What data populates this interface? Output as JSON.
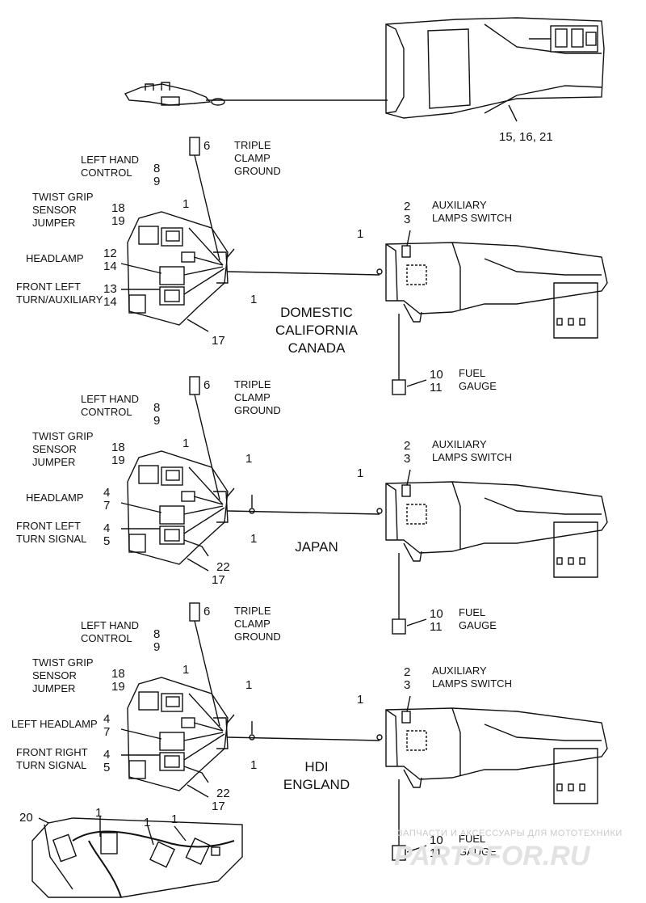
{
  "top": {
    "part_numbers": "15, 16, 21"
  },
  "sections": [
    {
      "region": [
        "DOMESTIC",
        "CALIFORNIA",
        "CANADA"
      ],
      "triple_clamp": {
        "num": "6",
        "label": [
          "TRIPLE",
          "CLAMP",
          "GROUND"
        ]
      },
      "left_hand_control": {
        "label": [
          "LEFT HAND",
          "CONTROL"
        ],
        "nums": [
          "8",
          "9"
        ]
      },
      "twist_grip": {
        "label": [
          "TWIST GRIP",
          "SENSOR",
          "JUMPER"
        ],
        "nums": [
          "18",
          "19"
        ]
      },
      "headlamp": {
        "label": [
          "HEADLAMP"
        ],
        "nums": [
          "12",
          "14"
        ]
      },
      "turn": {
        "label": [
          "FRONT LEFT",
          "TURN/AUXILIARY"
        ],
        "nums": [
          "13",
          "14"
        ]
      },
      "aux_switch": {
        "nums": [
          "2",
          "3"
        ],
        "label": [
          "AUXILIARY",
          "LAMPS SWITCH"
        ]
      },
      "fuel_gauge": {
        "nums": [
          "10",
          "11"
        ],
        "label": [
          "FUEL",
          "GAUGE"
        ]
      },
      "callouts": {
        "c1a": "1",
        "c1b": "1",
        "c1c": "1",
        "c17": "17"
      }
    },
    {
      "region": [
        "JAPAN"
      ],
      "triple_clamp": {
        "num": "6",
        "label": [
          "TRIPLE",
          "CLAMP",
          "GROUND"
        ]
      },
      "left_hand_control": {
        "label": [
          "LEFT HAND",
          "CONTROL"
        ],
        "nums": [
          "8",
          "9"
        ]
      },
      "twist_grip": {
        "label": [
          "TWIST GRIP",
          "SENSOR",
          "JUMPER"
        ],
        "nums": [
          "18",
          "19"
        ]
      },
      "headlamp": {
        "label": [
          "HEADLAMP"
        ],
        "nums": [
          "4",
          "7"
        ]
      },
      "turn": {
        "label": [
          "FRONT LEFT",
          "TURN SIGNAL"
        ],
        "nums": [
          "4",
          "5"
        ]
      },
      "aux_switch": {
        "nums": [
          "2",
          "3"
        ],
        "label": [
          "AUXILIARY",
          "LAMPS SWITCH"
        ]
      },
      "fuel_gauge": {
        "nums": [
          "10",
          "11"
        ],
        "label": [
          "FUEL",
          "GAUGE"
        ]
      },
      "callouts": {
        "c1a": "1",
        "c1b": "1",
        "c1c": "1",
        "c1d": "1",
        "c17": "17",
        "c22": "22"
      }
    },
    {
      "region": [
        "HDI",
        "ENGLAND"
      ],
      "triple_clamp": {
        "num": "6",
        "label": [
          "TRIPLE",
          "CLAMP",
          "GROUND"
        ]
      },
      "left_hand_control": {
        "label": [
          "LEFT HAND",
          "CONTROL"
        ],
        "nums": [
          "8",
          "9"
        ]
      },
      "twist_grip": {
        "label": [
          "TWIST GRIP",
          "SENSOR",
          "JUMPER"
        ],
        "nums": [
          "18",
          "19"
        ]
      },
      "headlamp": {
        "label": [
          "LEFT HEADLAMP"
        ],
        "nums": [
          "4",
          "7"
        ]
      },
      "turn": {
        "label": [
          "FRONT RIGHT",
          "TURN SIGNAL"
        ],
        "nums": [
          "4",
          "5"
        ]
      },
      "aux_switch": {
        "nums": [
          "2",
          "3"
        ],
        "label": [
          "AUXILIARY",
          "LAMPS SWITCH"
        ]
      },
      "fuel_gauge": {
        "nums": [
          "10",
          "11"
        ],
        "label": [
          "FUEL",
          "GAUGE"
        ]
      },
      "callouts": {
        "c1a": "1",
        "c1b": "1",
        "c1c": "1",
        "c1d": "1",
        "c17": "17",
        "c22": "22"
      }
    }
  ],
  "bottom_detail": {
    "nums": [
      "20",
      "1",
      "1",
      "1"
    ]
  },
  "watermark": {
    "line1": "ЗАПЧАСТИ И АКСЕССУАРЫ ДЛЯ МОТОТЕХНИКИ",
    "line2": "PARTSFOR.RU"
  }
}
